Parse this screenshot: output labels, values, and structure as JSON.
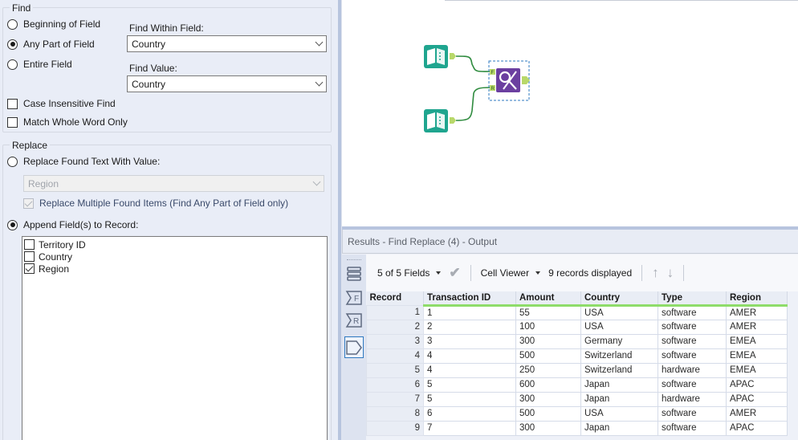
{
  "find": {
    "group_title": "Find",
    "options": [
      {
        "label": "Beginning of Field",
        "selected": false
      },
      {
        "label": "Any Part of Field",
        "selected": true
      },
      {
        "label": "Entire Field",
        "selected": false
      }
    ],
    "within_label": "Find Within Field:",
    "within_value": "Country",
    "value_label": "Find Value:",
    "value_value": "Country",
    "case_insensitive_label": "Case Insensitive Find",
    "case_insensitive_checked": false,
    "whole_word_label": "Match Whole Word Only",
    "whole_word_checked": false
  },
  "replace": {
    "group_title": "Replace",
    "replace_text_label": "Replace Found Text With Value:",
    "replace_text_selected": false,
    "replace_value": "Region",
    "replace_multiple_label": "Replace Multiple Found Items (Find Any Part of Field only)",
    "replace_multiple_checked": true,
    "append_label": "Append Field(s) to Record:",
    "append_selected": true,
    "append_fields": [
      {
        "label": "Territory ID",
        "checked": false
      },
      {
        "label": "Country",
        "checked": false
      },
      {
        "label": "Region",
        "checked": true
      }
    ]
  },
  "canvas": {
    "tools": [
      {
        "name": "input-data-1",
        "icon": "book-icon",
        "color": "#1fa58f"
      },
      {
        "name": "input-data-2",
        "icon": "book-icon",
        "color": "#1fa58f"
      },
      {
        "name": "find-replace-4",
        "icon": "find-replace-icon",
        "color": "#6b3fa0",
        "anchors": [
          "F",
          "R"
        ]
      }
    ],
    "connection_color": "#2e8b3e",
    "anchor_color": "#b8d86a"
  },
  "results": {
    "header": "Results - Find Replace (4) - Output",
    "fields_label": "5 of 5 Fields",
    "viewer_label": "Cell Viewer",
    "records_label": "9 records displayed",
    "side_buttons": [
      {
        "name": "list-view",
        "icon": "list-icon",
        "label": ""
      },
      {
        "name": "fields-view",
        "icon": "field-icon",
        "label": "F"
      },
      {
        "name": "records-view",
        "icon": "record-icon",
        "label": "R"
      },
      {
        "name": "data-view",
        "icon": "output-icon",
        "label": ""
      }
    ],
    "columns": [
      "Record",
      "Transaction ID",
      "Amount",
      "Country",
      "Type",
      "Region"
    ],
    "rows": [
      [
        "1",
        "1",
        "55",
        "USA",
        "software",
        "AMER"
      ],
      [
        "2",
        "2",
        "100",
        "USA",
        "software",
        "AMER"
      ],
      [
        "3",
        "3",
        "300",
        "Germany",
        "software",
        "EMEA"
      ],
      [
        "4",
        "4",
        "500",
        "Switzerland",
        "software",
        "EMEA"
      ],
      [
        "5",
        "4",
        "250",
        "Switzerland",
        "hardware",
        "EMEA"
      ],
      [
        "6",
        "5",
        "600",
        "Japan",
        "software",
        "APAC"
      ],
      [
        "7",
        "5",
        "300",
        "Japan",
        "hardware",
        "APAC"
      ],
      [
        "8",
        "6",
        "500",
        "USA",
        "software",
        "AMER"
      ],
      [
        "9",
        "7",
        "300",
        "Japan",
        "software",
        "APAC"
      ]
    ]
  }
}
